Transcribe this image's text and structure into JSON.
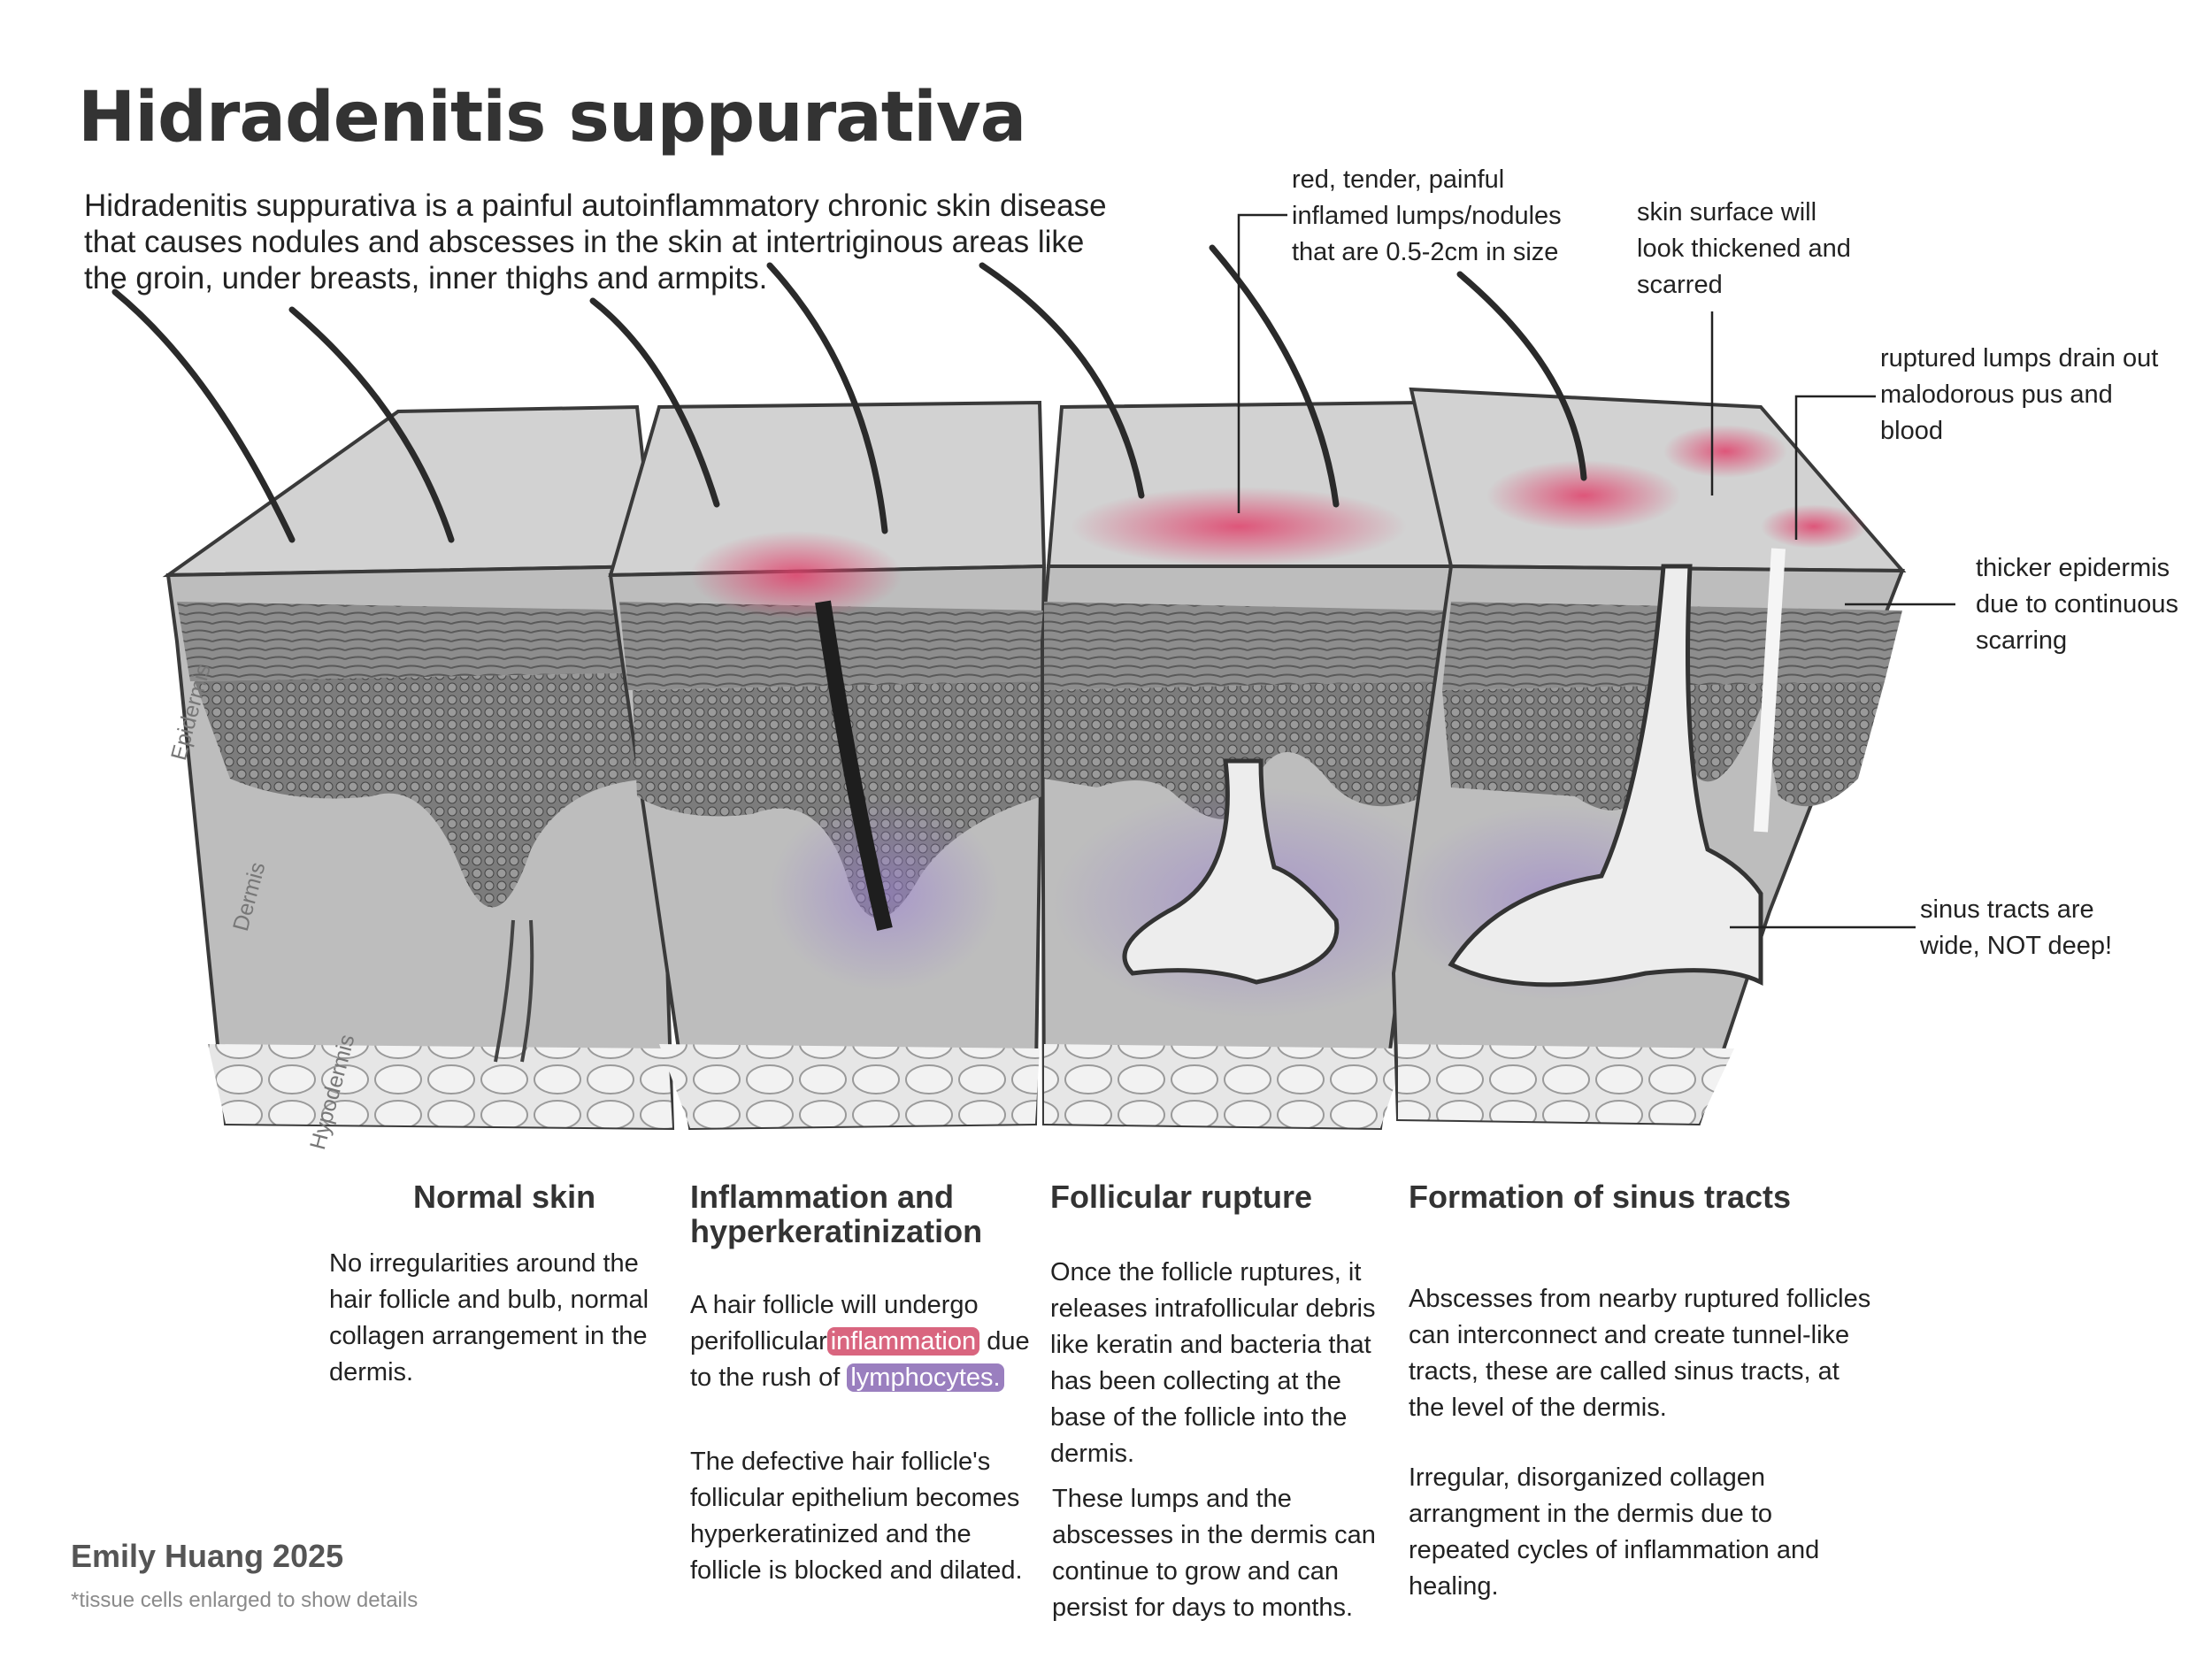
{
  "title": "Hidradenitis suppurativa",
  "intro": "Hidradenitis suppurativa is a painful autoinflammatory chronic skin disease that causes nodules and abscesses in the skin at intertriginous areas like the groin, under breasts, inner thighs and armpits.",
  "layers": {
    "epidermis": "Epidermis",
    "dermis": "Dermis",
    "hypodermis": "Hypodermis"
  },
  "annotations": {
    "lumps": "red, tender, painful inflamed lumps/nodules that are 0.5-2cm in size",
    "surface": "skin surface will look thickened and scarred",
    "drain": "ruptured lumps drain out malodorous pus and blood",
    "epidermis": "thicker epidermis due to continuous scarring",
    "sinus": "sinus tracts are wide, NOT deep!"
  },
  "stages": [
    {
      "title": "Normal skin",
      "text": "No irregularities around the hair follicle and bulb, normal collagen arrangement in the dermis."
    },
    {
      "title": "Inflammation and hyperkeratinization",
      "text_pre": "A hair follicle will undergo perifollicular",
      "inflammation": "inflammation",
      "text_mid": "due to the rush of",
      "lymphocytes": "lymphocytes.",
      "text2": "The defective hair follicle's follicular epithelium becomes hyperkeratinized and the follicle is blocked and dilated."
    },
    {
      "title": "Follicular rupture",
      "text": "Once the follicle ruptures, it releases intrafollicular debris like keratin and bacteria that has been collecting at the base of the follicle into the dermis.",
      "text2": "These lumps and the abscesses in the dermis can continue to grow and can persist for days to months."
    },
    {
      "title": "Formation of sinus tracts",
      "text": "Abscesses from nearby ruptured follicles can interconnect and create tunnel-like tracts, these are called sinus tracts, at the level of the dermis.",
      "text2": "Irregular, disorganized collagen arrangment in the dermis due to repeated cycles of inflammation and healing."
    }
  ],
  "credit": "Emily Huang 2025",
  "note": "*tissue cells enlarged to show details",
  "colors": {
    "inflammation": "#d9657f",
    "lymphocytes": "#9a7fbf",
    "tissue": "#b8b8b8",
    "outline": "#3a3a3a"
  }
}
